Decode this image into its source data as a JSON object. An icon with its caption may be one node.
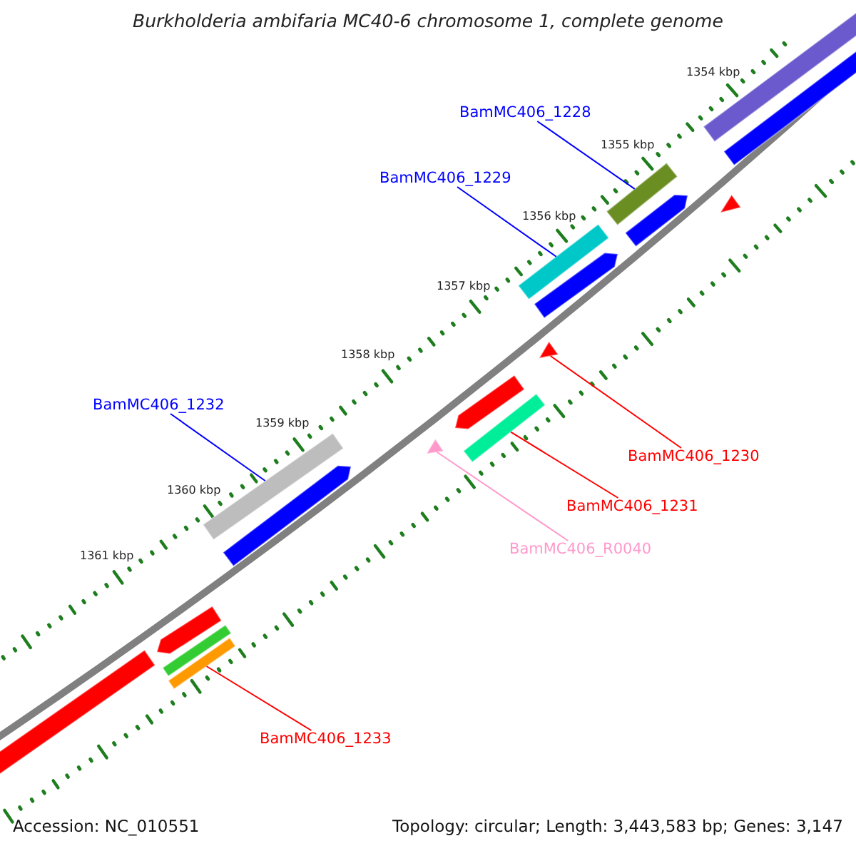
{
  "diagram": {
    "title": "Burkholderia ambifaria MC40-6 chromosome 1, complete genome",
    "nodes": [
      {
        "text": [
          "BamMC406_1228"
        ]
      },
      {
        "text": [],
        "shape": "bar"
      },
      {
        "text": [
          "BamMC406_1229"
        ]
      },
      {
        "text": [],
        "shape": "bar"
      },
      {
        "text": [
          "BamMC406_1232"
        ]
      },
      {
        "text": [],
        "shape": "bar"
      },
      {
        "text": [
          "BamMC406_1230"
        ]
      },
      {
        "text": [],
        "shape": "triangle"
      },
      {
        "text": [
          "BamMC406_1231"
        ]
      },
      {
        "text": [],
        "shape": "bar"
      },
      {
        "text": [
          "BamMC406_R0040"
        ]
      },
      {
        "text": [],
        "shape": "triangle"
      },
      {
        "text": [
          "BamMC406_1233"
        ]
      },
      {
        "text": [],
        "shape": "bar"
      }
    ],
    "edges": [
      {
        "from": 0,
        "to": 1,
        "arrow": "none",
        "color": "#0000ff"
      },
      {
        "from": 2,
        "to": 3,
        "arrow": "none",
        "color": "#0000ff"
      },
      {
        "from": 4,
        "to": 5,
        "arrow": "none",
        "color": "#0000ff"
      },
      {
        "from": 6,
        "to": 7,
        "arrow": "none",
        "color": "#ff0000"
      },
      {
        "from": 8,
        "to": 9,
        "arrow": "none",
        "color": "#ff0000"
      },
      {
        "from": 10,
        "to": 11,
        "arrow": "none",
        "color": "#ff99cc"
      },
      {
        "from": 12,
        "to": 13,
        "arrow": "none",
        "color": "#ff0000"
      }
    ],
    "labels": [
      "1354 kbp",
      "1355 kbp",
      "1356 kbp",
      "1357 kbp",
      "1358 kbp",
      "1359 kbp",
      "1360 kbp",
      "1361 kbp",
      "Accession: NC_010551",
      "Topology: circular; Length: 3,443,583 bp; Genes: 3,147"
    ]
  }
}
